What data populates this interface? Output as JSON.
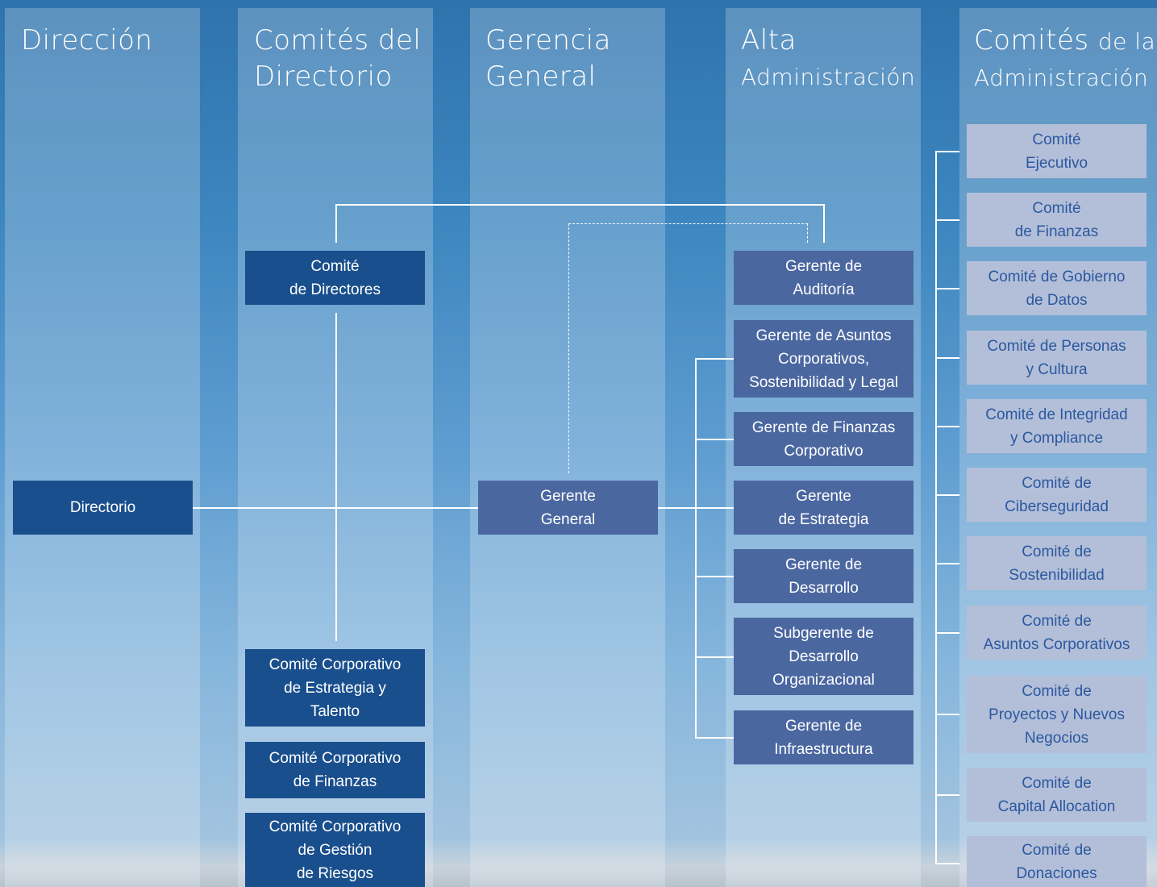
{
  "columns": [
    {
      "title_1": "Dirección",
      "title_2": ""
    },
    {
      "title_1": "Comités del",
      "title_2": "Directorio"
    },
    {
      "title_1": "Gerencia",
      "title_2": "General"
    },
    {
      "title_1": "Alta",
      "title_2": "Administración"
    },
    {
      "title_1": "Comités",
      "title_1_small": "de la",
      "title_2": "Administración"
    }
  ],
  "direccion": {
    "directorio": "Directorio"
  },
  "comites_directorio": [
    "Comité\nde Directores",
    "Comité Corporativo\nde Estrategia y\nTalento",
    "Comité Corporativo\nde Finanzas",
    "Comité Corporativo\nde Gestión\nde Riesgos"
  ],
  "gerencia_general": {
    "gerente": "Gerente\nGeneral"
  },
  "alta_administracion": [
    "Gerente de\nAuditoría",
    "Gerente de Asuntos\nCorporativos,\nSostenibilidad y Legal",
    "Gerente de Finanzas\nCorporativo",
    "Gerente\nde Estrategia",
    "Gerente de\nDesarrollo",
    "Subgerente de\nDesarrollo\nOrganizacional",
    "Gerente de\nInfraestructura"
  ],
  "comites_administracion": [
    "Comité\nEjecutivo",
    "Comité\nde Finanzas",
    "Comité de Gobierno\nde Datos",
    "Comité de Personas\ny Cultura",
    "Comité de Integridad\ny Compliance",
    "Comité de\nCiberseguridad",
    "Comité de\nSostenibilidad",
    "Comité de\nAsuntos Corporativos",
    "Comité de\nProyectos y Nuevos\nNegocios",
    "Comité de\nCapital Allocation",
    "Comité de\nDonaciones"
  ],
  "colors": {
    "dark_box": "#1a4f8d",
    "mid_box": "#4a67a0",
    "light_box": "#b3bfd8",
    "light_box_text": "#2b58a0"
  }
}
